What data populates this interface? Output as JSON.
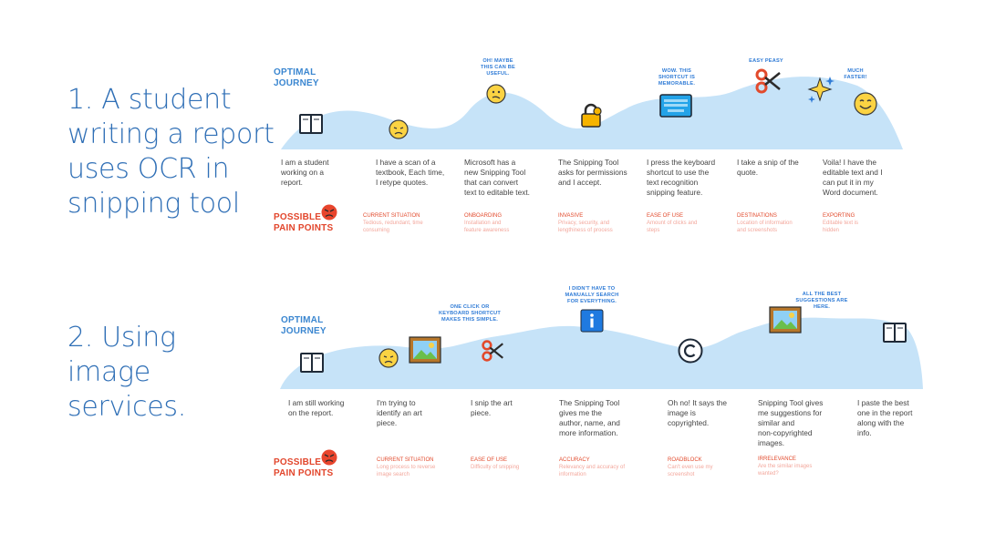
{
  "colors": {
    "accent_blue": "#3a86d0",
    "wave_blue": "#c6e3f8",
    "pain_red": "#e2462c",
    "title_blue": "#2f6fb6"
  },
  "journeys": [
    {
      "title_lines": [
        "1. A student",
        "writing a report",
        "uses OCR in",
        "snipping tool"
      ],
      "optimal_lines": [
        "OPTIMAL",
        "JOURNEY"
      ],
      "pain_lines": [
        "POSSIBLE",
        "PAIN POINTS"
      ],
      "quotes": [
        {
          "lines": [
            "OH! MAYBE",
            "THIS CAN BE",
            "USEFUL."
          ]
        },
        {
          "lines": [
            "WOW. THIS",
            "SHORTCUT IS",
            "MEMORABLE."
          ]
        },
        {
          "lines": [
            "EASY PEASY"
          ]
        },
        {
          "lines": [
            "MUCH",
            "FASTER!"
          ]
        }
      ],
      "icons": [
        "book-icon",
        "disappointed-face-icon",
        "confused-face-icon",
        "locked-with-key-icon",
        "keyboard-icon",
        "scissors-icon",
        "sparkles-icon",
        "smiling-face-icon"
      ],
      "steps": [
        {
          "lines": [
            "I am a student",
            "working on a",
            "report."
          ]
        },
        {
          "lines": [
            "I have a scan of a",
            "textbook, Each time,",
            "I retype quotes."
          ]
        },
        {
          "lines": [
            "Microsoft has a",
            "new Snipping Tool",
            "that can convert",
            "text to editable text."
          ]
        },
        {
          "lines": [
            "The Snipping Tool",
            "asks for permissions",
            "and I accept."
          ]
        },
        {
          "lines": [
            "I press the keyboard",
            "shortcut to use the",
            "text recognition",
            "snipping feature."
          ]
        },
        {
          "lines": [
            "I take a snip of the",
            "quote."
          ]
        },
        {
          "lines": [
            "Voila! I have the",
            "editable text and I",
            "can put it in my",
            "Word document."
          ]
        }
      ],
      "pain_points": [
        {
          "title": "CURRENT SITUATION",
          "desc_lines": [
            "Tedious, redundant, time",
            "consuming"
          ]
        },
        {
          "title": "ONBOARDING",
          "desc_lines": [
            "Installation and",
            "feature awareness"
          ]
        },
        {
          "title": "INVASIVE",
          "desc_lines": [
            "Privacy, security, and",
            "lengthiness of process"
          ]
        },
        {
          "title": "EASE OF USE",
          "desc_lines": [
            "Amount of clicks and",
            "steps"
          ]
        },
        {
          "title": "DESTINATIONS",
          "desc_lines": [
            "Location of information",
            "and screenshots"
          ]
        },
        {
          "title": "EXPORTING",
          "desc_lines": [
            "Editable text is",
            "hidden"
          ]
        }
      ]
    },
    {
      "title_lines": [
        "2. Using",
        "image",
        "services."
      ],
      "optimal_lines": [
        "OPTIMAL",
        "JOURNEY"
      ],
      "pain_lines": [
        "POSSIBLE",
        "PAIN POINTS"
      ],
      "quotes": [
        {
          "lines": [
            "ONE CLICK OR",
            "KEYBOARD SHORTCUT",
            "MAKES THIS SIMPLE."
          ]
        },
        {
          "lines": [
            "I DIDN'T HAVE TO",
            "MANUALLY SEARCH",
            "FOR EVERYTHING."
          ]
        },
        {
          "lines": [
            "ALL THE BEST",
            "SUGGESTIONS ARE",
            "HERE."
          ]
        }
      ],
      "icons": [
        "book-icon",
        "disappointed-face-icon",
        "framed-picture-icon",
        "scissors-icon",
        "information-icon",
        "copyright-icon",
        "framed-picture-icon",
        "book-icon"
      ],
      "steps": [
        {
          "lines": [
            "I am still working",
            "on the report."
          ]
        },
        {
          "lines": [
            "I'm trying to",
            "identify an art",
            "piece."
          ]
        },
        {
          "lines": [
            "I snip the art",
            "piece."
          ]
        },
        {
          "lines": [
            "The Snipping Tool",
            "gives me the",
            "author, name, and",
            "more information."
          ]
        },
        {
          "lines": [
            "Oh no! It says the",
            "image is",
            "copyrighted."
          ]
        },
        {
          "lines": [
            "Snipping Tool gives",
            "me suggestions for",
            "similar and",
            "non-copyrighted",
            "images."
          ]
        },
        {
          "lines": [
            "I paste the best",
            "one in the report",
            "along with the",
            "info."
          ]
        }
      ],
      "pain_points": [
        {
          "title": "CURRENT SITUATION",
          "desc_lines": [
            "Long process to reverse",
            "image search"
          ]
        },
        {
          "title": "EASE OF USE",
          "desc_lines": [
            "Difficulty of snipping"
          ]
        },
        {
          "title": "ACCURACY",
          "desc_lines": [
            "Relevancy and accuracy of",
            "information"
          ]
        },
        {
          "title": "ROADBLOCK",
          "desc_lines": [
            "Can't even use my",
            "screenshot"
          ]
        },
        {
          "title": "IRRELEVANCE",
          "desc_lines": [
            "Are the similar images",
            "wanted?"
          ]
        }
      ]
    }
  ]
}
